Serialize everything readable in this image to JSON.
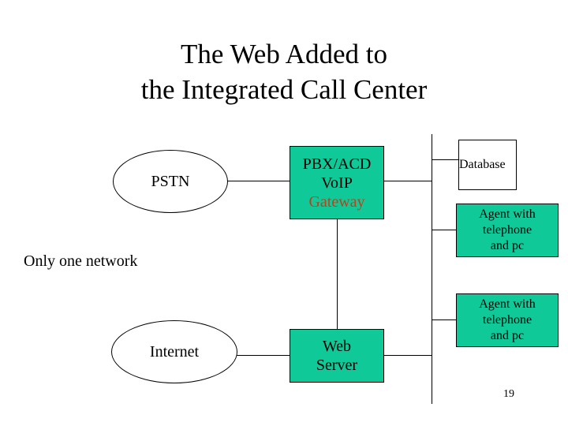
{
  "slide": {
    "title": "The Web Added to\nthe Integrated Call Center",
    "caption": "Only one network",
    "page_number": "19",
    "background_color": "#ffffff"
  },
  "colors": {
    "teal_fill": "#0FC999",
    "white_fill": "#ffffff",
    "stroke": "#000000",
    "gateway_text": "#B8431C",
    "default_text": "#000000"
  },
  "diagram": {
    "type": "network-block-diagram",
    "nodes": [
      {
        "id": "pstn",
        "shape": "ellipse",
        "label": "PSTN",
        "fill": "#ffffff",
        "text_color": "#000000"
      },
      {
        "id": "internet",
        "shape": "ellipse",
        "label": "Internet",
        "fill": "#ffffff",
        "text_color": "#000000"
      },
      {
        "id": "pbx_acd_voip_gateway",
        "shape": "rectangle",
        "label_line1": "PBX/ACD",
        "label_line2": "VoIP",
        "label_line3": "Gateway",
        "fill": "#0FC999",
        "text_color": "#000000",
        "line3_color": "#B8431C"
      },
      {
        "id": "web_server",
        "shape": "rectangle",
        "label": "Web\nServer",
        "fill": "#0FC999",
        "text_color": "#000000"
      },
      {
        "id": "database",
        "shape": "rectangle",
        "label": "Database",
        "fill": "#ffffff",
        "text_color": "#000000"
      },
      {
        "id": "agent_1",
        "shape": "rectangle",
        "label": "Agent with\ntelephone\nand pc",
        "fill": "#0FC999",
        "text_color": "#000000"
      },
      {
        "id": "agent_2",
        "shape": "rectangle",
        "label": "Agent with\ntelephone\nand pc",
        "fill": "#0FC999",
        "text_color": "#000000"
      }
    ],
    "connections": [
      {
        "from": "pstn",
        "to": "pbx_acd_voip_gateway",
        "style": "solid"
      },
      {
        "from": "pbx_acd_voip_gateway",
        "to": "trunk",
        "style": "solid"
      },
      {
        "from": "pbx_acd_voip_gateway",
        "to": "web_server",
        "style": "solid"
      },
      {
        "from": "trunk",
        "to": "database",
        "style": "solid"
      },
      {
        "from": "trunk",
        "to": "agent_1",
        "style": "solid"
      },
      {
        "from": "trunk",
        "to": "agent_2",
        "style": "solid"
      },
      {
        "from": "web_server",
        "to": "trunk",
        "style": "solid"
      },
      {
        "from": "internet",
        "to": "web_server",
        "style": "solid"
      }
    ]
  }
}
